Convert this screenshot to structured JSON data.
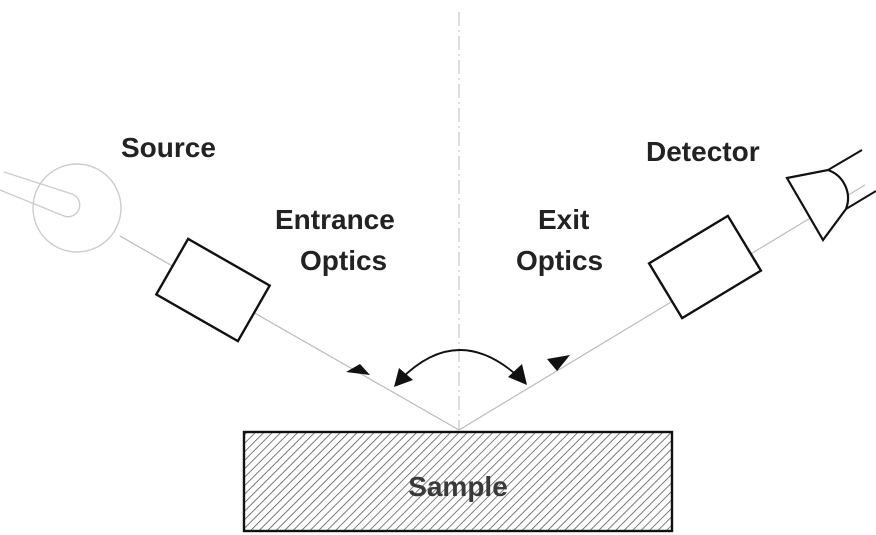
{
  "labels": {
    "source": "Source",
    "detector": "Detector",
    "entrance_optics_line1": "Entrance",
    "entrance_optics_line2": "Optics",
    "exit_optics_line1": "Exit",
    "exit_optics_line2": "Optics",
    "sample": "Sample"
  },
  "colors": {
    "text": "#222222",
    "outline": "#111111",
    "beam": "#bbbbbb",
    "hatch": "#444444"
  }
}
